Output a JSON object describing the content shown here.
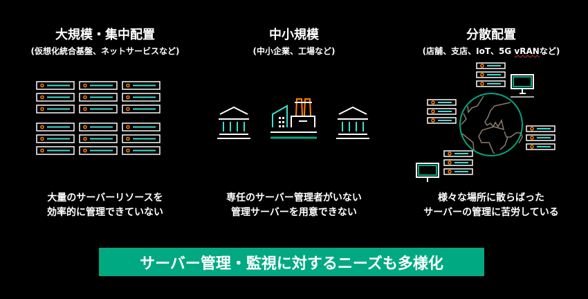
{
  "columns": [
    {
      "title": "大規模・集中配置",
      "subtitle": "(仮想化統合基盤、ネットサービスなど)",
      "body": [
        "大量のサーバーリソースを",
        "効率的に管理できていない"
      ]
    },
    {
      "title": "中小規模",
      "subtitle": "(中小企業、工場など)",
      "body": [
        "専任のサーバー管理者がいない",
        "管理サーバーを用意できない"
      ]
    },
    {
      "title": "分散配置",
      "subtitle_prefix": "(店舗、支店、IoT、5G ",
      "subtitle_flag": "vRAN",
      "subtitle_suffix": "など)",
      "body": [
        "様々な場所に散らばった",
        "サーバーの管理に苦労している"
      ]
    }
  ],
  "banner": "サーバー管理・監視に対するニーズも多様化",
  "colors": {
    "accent": "#01a982",
    "teal": "#3de0cf",
    "orange": "#ff8300",
    "background": "#000000"
  }
}
